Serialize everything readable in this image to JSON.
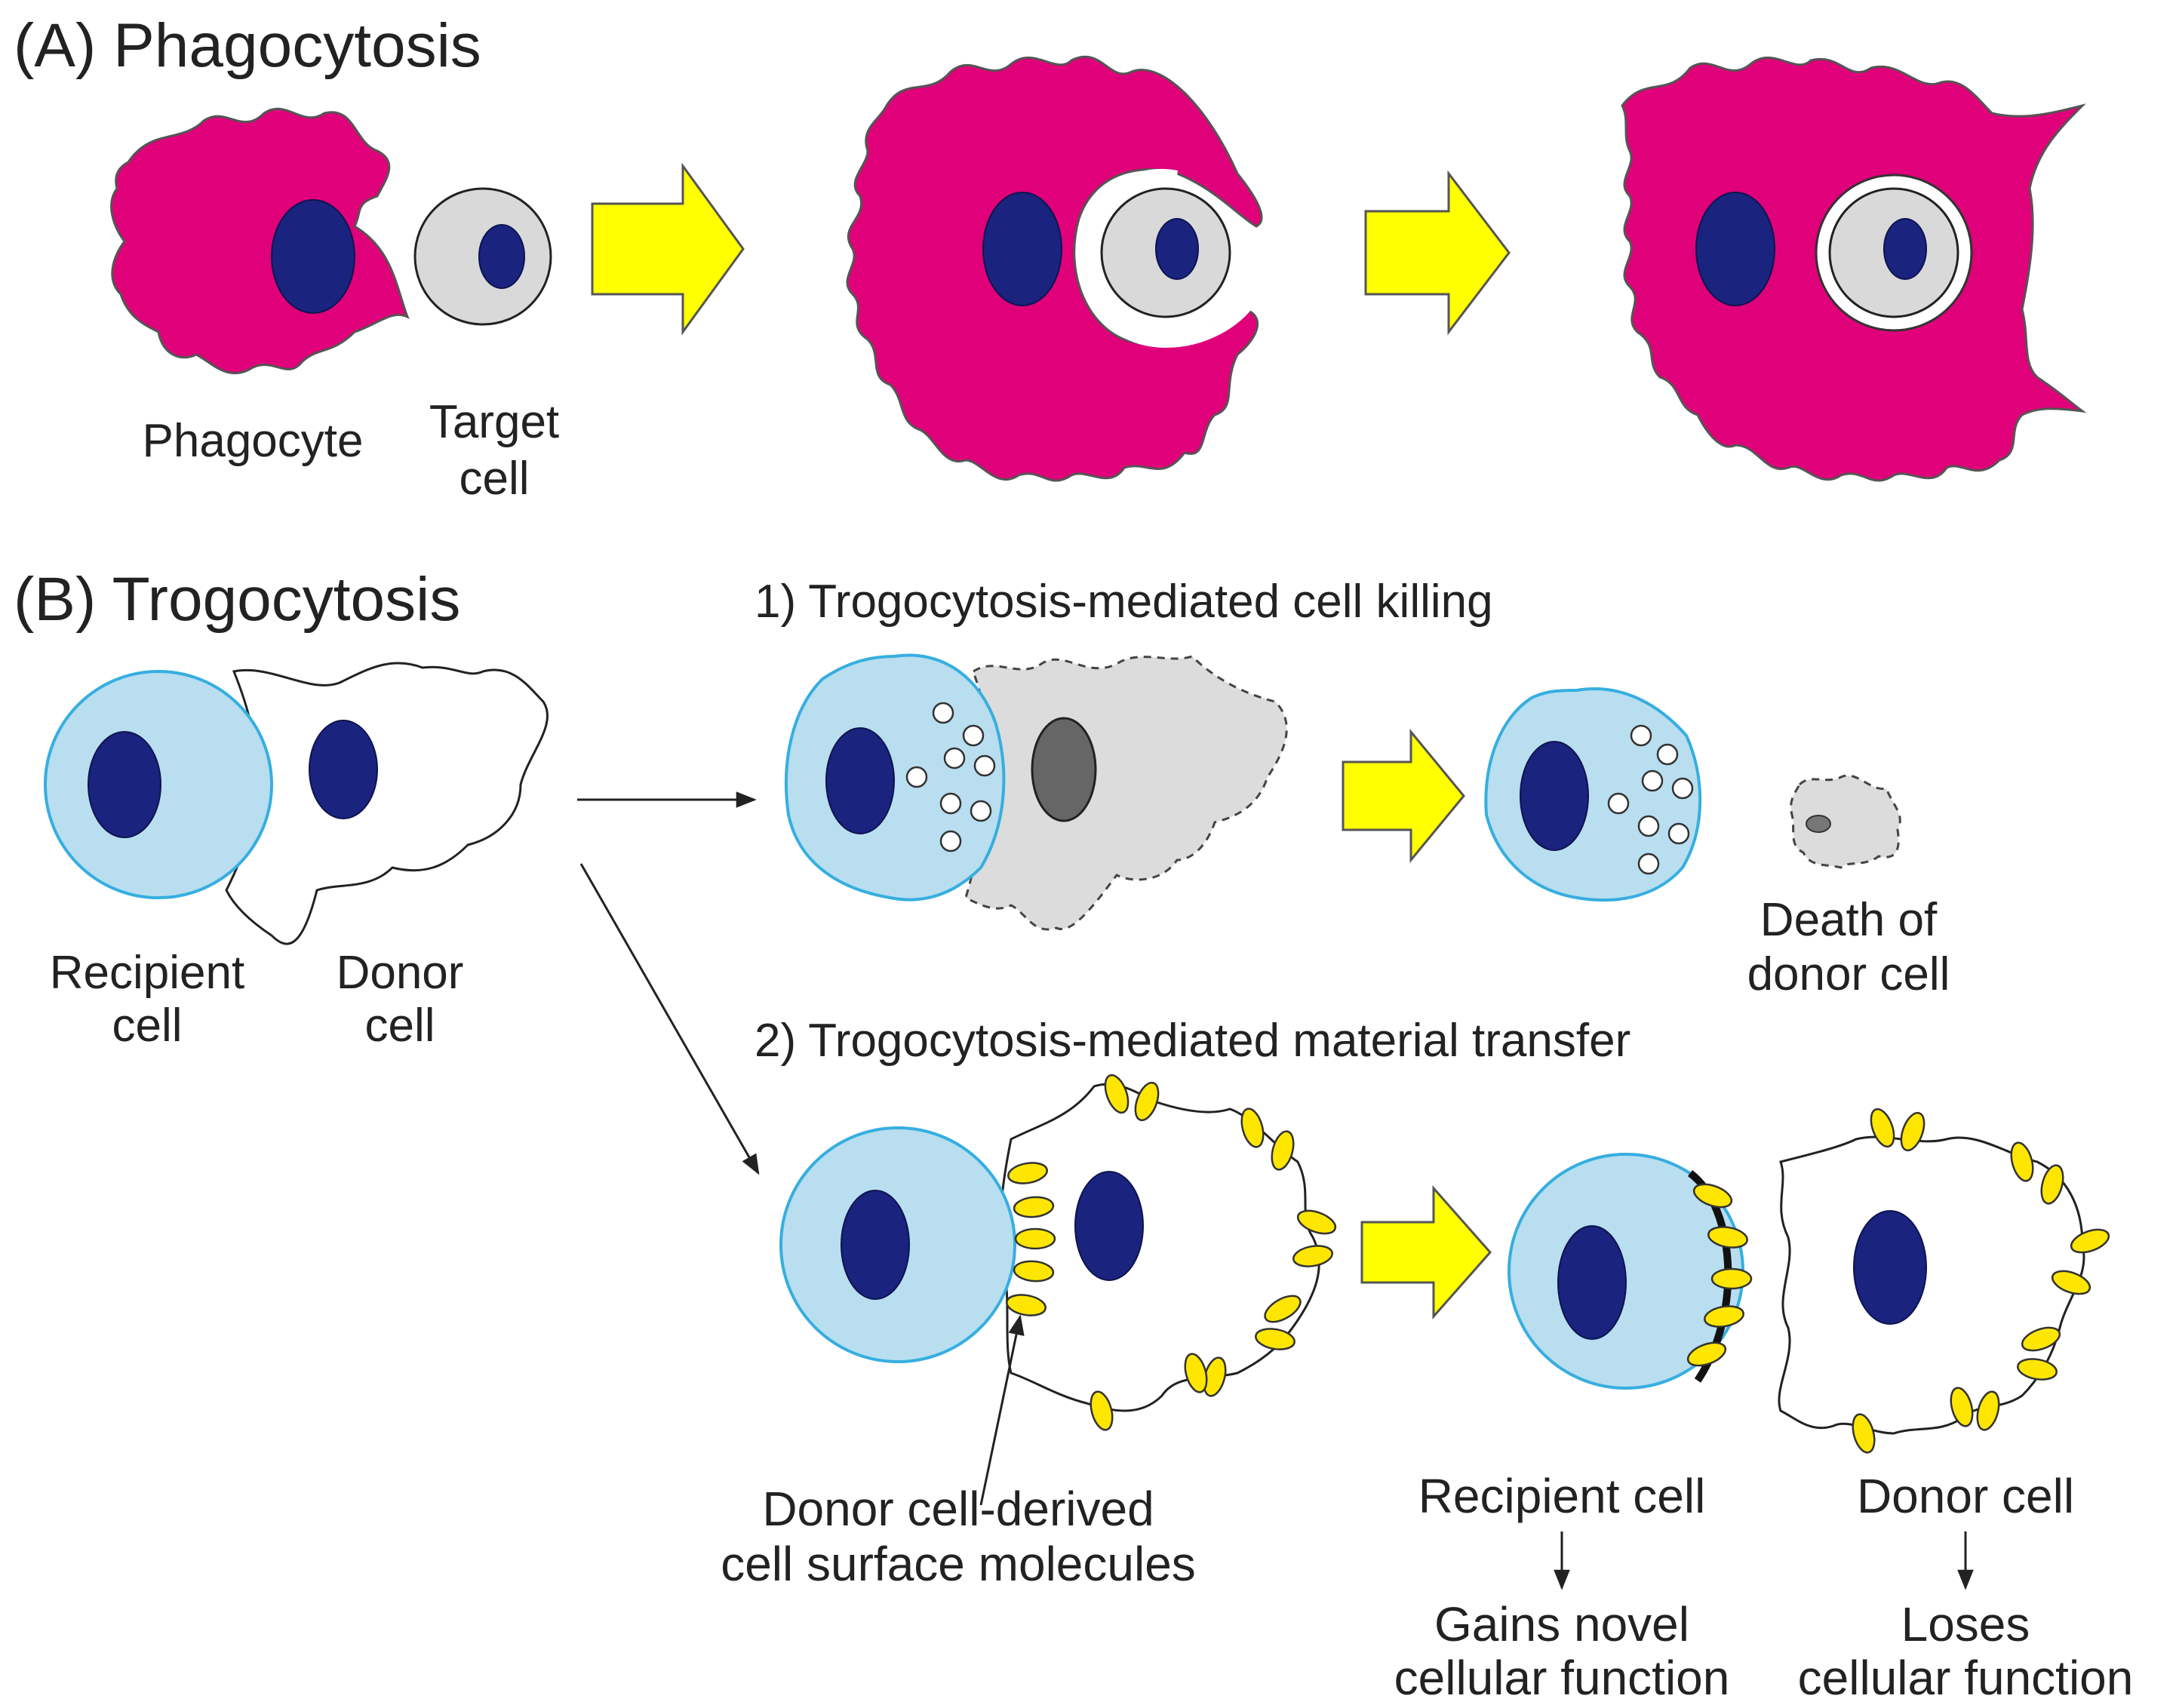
{
  "panel_a": {
    "title": "(A) Phagocytosis",
    "phagocyte_label": "Phagocyte",
    "target_label_line1": "Target",
    "target_label_line2": "cell"
  },
  "panel_b": {
    "title": "(B) Trogocytosis",
    "recipient_label_line1": "Recipient",
    "recipient_label_line2": "cell",
    "donor_label_line1": "Donor",
    "donor_label_line2": "cell",
    "pathway1": {
      "title": "1) Trogocytosis-mediated cell killing",
      "death_label_line1": "Death of",
      "death_label_line2": "donor cell"
    },
    "pathway2": {
      "title": "2) Trogocytosis-mediated material transfer",
      "molecules_label_line1": "Donor cell-derived",
      "molecules_label_line2": "cell surface molecules",
      "recipient_label": "Recipient cell",
      "recipient_outcome_line1": "Gains novel",
      "recipient_outcome_line2": "cellular function",
      "donor_label": "Donor cell",
      "donor_outcome_line1": "Loses",
      "donor_outcome_line2": "cellular function"
    }
  },
  "colors": {
    "phagocyte": "#e0007a",
    "nucleus": "#1a237e",
    "recipient_cell": "#b8def0",
    "recipient_outline": "#36aee0",
    "surface_molecule": "#ffe600",
    "process_arrow": "#ffff00"
  }
}
